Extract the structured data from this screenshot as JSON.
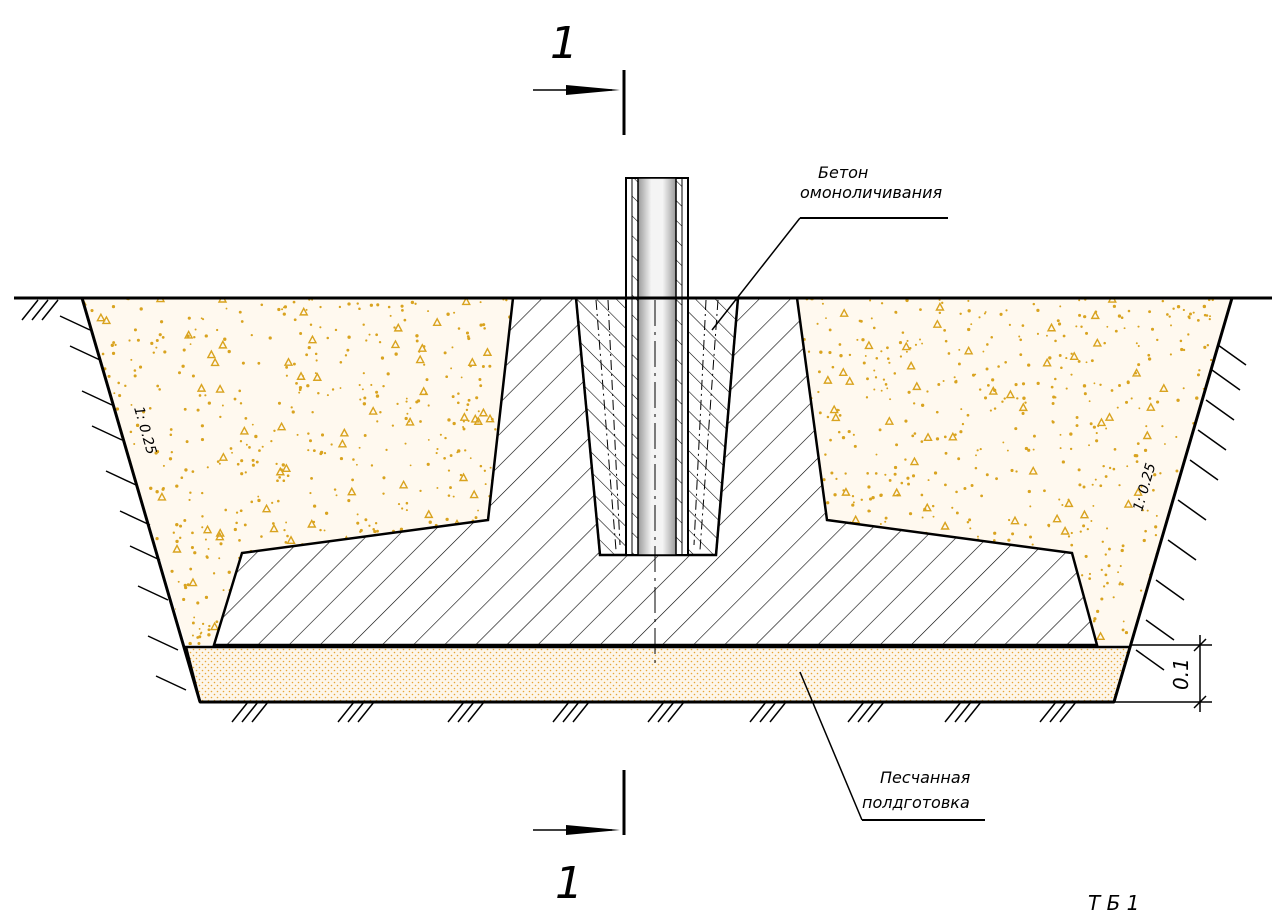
{
  "section_marks": {
    "top": "1",
    "bottom": "1"
  },
  "labels": {
    "concrete_line1": "Бетон",
    "concrete_line2": "омоноличивания",
    "sand_line1": "Песчанная",
    "sand_line2": "полдготовка",
    "slope_left": "1: 0.25",
    "slope_right": "1: 0.25",
    "layer_thickness": "0.1",
    "corner_text": "Т  Б      1"
  },
  "colors": {
    "line": "#000000",
    "sand_fill": "#e8a73a",
    "backfill_dots": "#d9a31f",
    "pipe_light": "#f4f4f4",
    "pipe_dark": "#9a9a9a"
  }
}
